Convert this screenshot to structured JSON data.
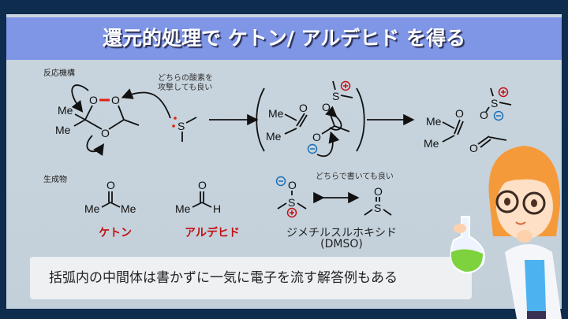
{
  "title": "還元的処理で ケトン/ アルデヒド を得る",
  "sections": {
    "mechanism": "反応機構",
    "products": "生成物"
  },
  "notes": {
    "either_oxygen": [
      "どちらの酸素を",
      "攻撃しても良い"
    ],
    "either_drawing": "どちらで書いても良い"
  },
  "products": {
    "ketone": "ケトン",
    "aldehyde": "アルデヒド",
    "dmso_name": "ジメチルスルホキシド",
    "dmso_abbr": "(DMSO)"
  },
  "footer": "括弧内の中間体は書かずに一気に電子を流す解答例もある",
  "colors": {
    "title_bar": "#7f95e6",
    "highlight": "#c40f12",
    "minus": "#1b6fb5"
  }
}
